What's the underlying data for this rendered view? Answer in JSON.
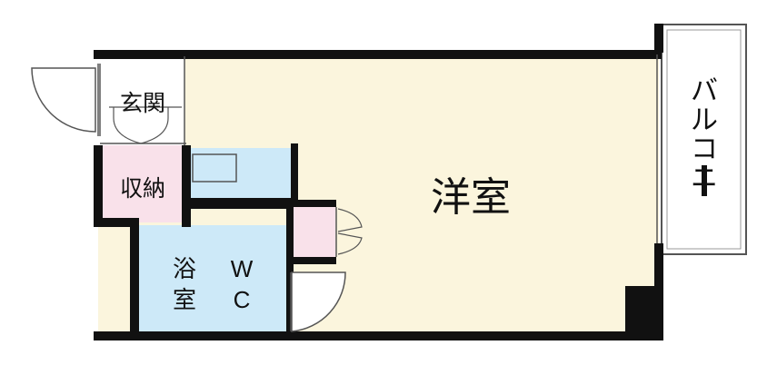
{
  "floorplan": {
    "rooms": {
      "western_room": {
        "label": "洋室"
      },
      "entrance": {
        "label": "玄関"
      },
      "storage": {
        "label": "収納"
      },
      "bath": {
        "label_line1": "浴",
        "label_line2": "室"
      },
      "toilet": {
        "label_line1": "W",
        "label_line2": "C"
      },
      "balcony": {
        "chars": [
          "バ",
          "ル",
          "コ",
          "ニ",
          "ー"
        ]
      }
    },
    "colors": {
      "wall": "#111111",
      "western_room_floor": "#fbf5dd",
      "wet_area_floor": "#cde9f8",
      "storage_floor": "#f9e1ea",
      "entrance_floor": "#ffffff",
      "balcony_floor": "#ffffff",
      "door_line": "#555555"
    }
  }
}
